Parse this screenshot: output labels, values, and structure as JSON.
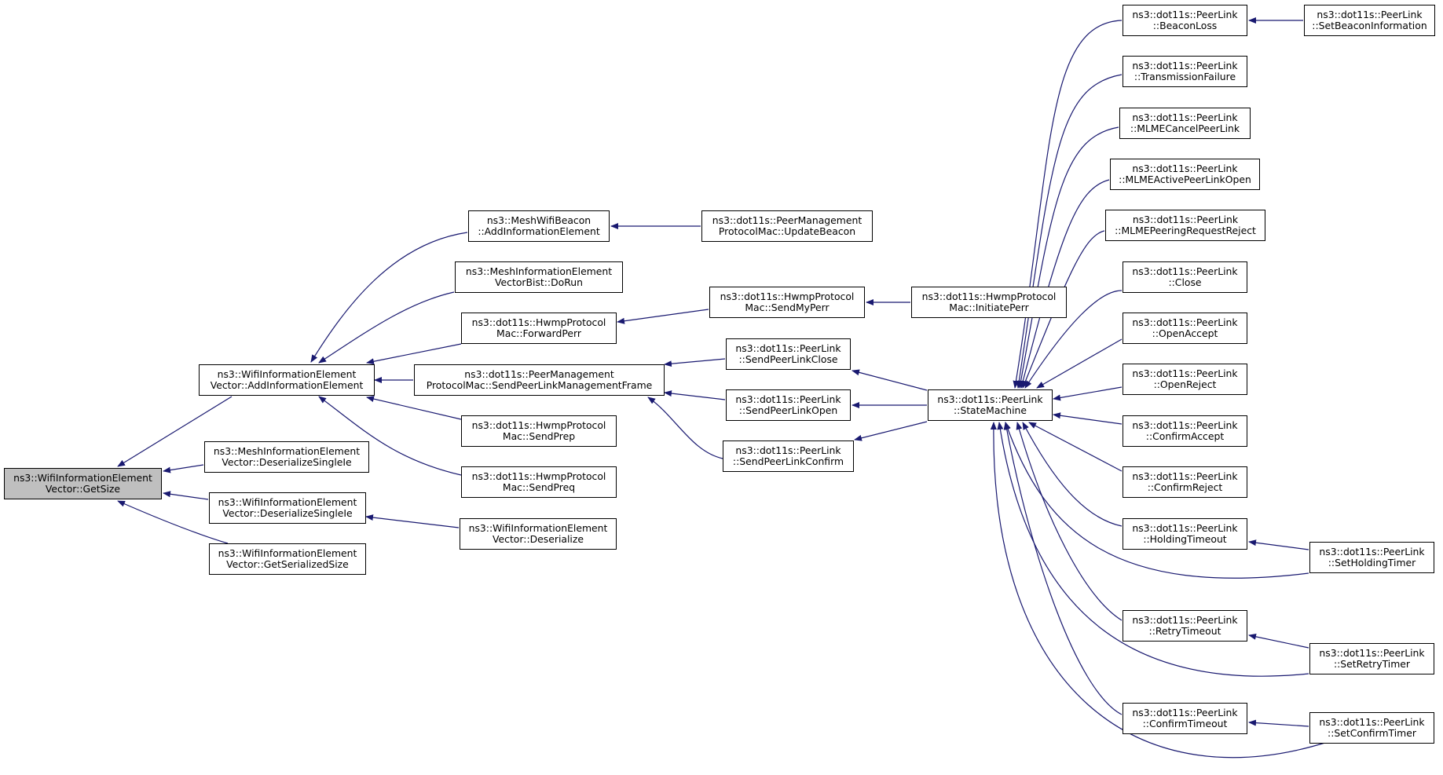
{
  "colors": {
    "edge": "#191970",
    "root_fill": "#bfbfbf",
    "node_fill": "#ffffff",
    "node_border": "#000000"
  },
  "nodes": {
    "getsize": {
      "l1": "ns3::WifiInformationElement",
      "l2": "Vector::GetSize"
    },
    "addinfo": {
      "l1": "ns3::WifiInformationElement",
      "l2": "Vector::AddInformationElement"
    },
    "mesh_deser": {
      "l1": "ns3::MeshInformationElement",
      "l2": "Vector::DeserializeSingleIe"
    },
    "wifi_deser": {
      "l1": "ns3::WifiInformationElement",
      "l2": "Vector::DeserializeSingleIe"
    },
    "getserial": {
      "l1": "ns3::WifiInformationElement",
      "l2": "Vector::GetSerializedSize"
    },
    "beacon_addinfo": {
      "l1": "ns3::MeshWifiBeacon",
      "l2": "::AddInformationElement"
    },
    "mesh_dorun": {
      "l1": "ns3::MeshInformationElement",
      "l2": "VectorBist::DoRun"
    },
    "fwdperr": {
      "l1": "ns3::dot11s::HwmpProtocol",
      "l2": "Mac::ForwardPerr"
    },
    "sendplmf": {
      "l1": "ns3::dot11s::PeerManagement",
      "l2": "ProtocolMac::SendPeerLinkManagementFrame"
    },
    "sendprep": {
      "l1": "ns3::dot11s::HwmpProtocol",
      "l2": "Mac::SendPrep"
    },
    "sendpreq": {
      "l1": "ns3::dot11s::HwmpProtocol",
      "l2": "Mac::SendPreq"
    },
    "wifi_deserialize": {
      "l1": "ns3::WifiInformationElement",
      "l2": "Vector::Deserialize"
    },
    "updbeacon": {
      "l1": "ns3::dot11s::PeerManagement",
      "l2": "ProtocolMac::UpdateBeacon"
    },
    "sendmyperr": {
      "l1": "ns3::dot11s::HwmpProtocol",
      "l2": "Mac::SendMyPerr"
    },
    "initperr": {
      "l1": "ns3::dot11s::HwmpProtocol",
      "l2": "Mac::InitiatePerr"
    },
    "splclose": {
      "l1": "ns3::dot11s::PeerLink",
      "l2": "::SendPeerLinkClose"
    },
    "splopen": {
      "l1": "ns3::dot11s::PeerLink",
      "l2": "::SendPeerLinkOpen"
    },
    "splconfirm": {
      "l1": "ns3::dot11s::PeerLink",
      "l2": "::SendPeerLinkConfirm"
    },
    "statemachine": {
      "l1": "ns3::dot11s::PeerLink",
      "l2": "::StateMachine"
    },
    "beaconloss": {
      "l1": "ns3::dot11s::PeerLink",
      "l2": "::BeaconLoss"
    },
    "txfail": {
      "l1": "ns3::dot11s::PeerLink",
      "l2": "::TransmissionFailure"
    },
    "mlmecancel": {
      "l1": "ns3::dot11s::PeerLink",
      "l2": "::MLMECancelPeerLink"
    },
    "mlmeactive": {
      "l1": "ns3::dot11s::PeerLink",
      "l2": "::MLMEActivePeerLinkOpen"
    },
    "mlmereject": {
      "l1": "ns3::dot11s::PeerLink",
      "l2": "::MLMEPeeringRequestReject"
    },
    "close": {
      "l1": "ns3::dot11s::PeerLink",
      "l2": "::Close"
    },
    "openaccept": {
      "l1": "ns3::dot11s::PeerLink",
      "l2": "::OpenAccept"
    },
    "openreject": {
      "l1": "ns3::dot11s::PeerLink",
      "l2": "::OpenReject"
    },
    "confaccept": {
      "l1": "ns3::dot11s::PeerLink",
      "l2": "::ConfirmAccept"
    },
    "confreject": {
      "l1": "ns3::dot11s::PeerLink",
      "l2": "::ConfirmReject"
    },
    "holdto": {
      "l1": "ns3::dot11s::PeerLink",
      "l2": "::HoldingTimeout"
    },
    "retryto": {
      "l1": "ns3::dot11s::PeerLink",
      "l2": "::RetryTimeout"
    },
    "confirmto": {
      "l1": "ns3::dot11s::PeerLink",
      "l2": "::ConfirmTimeout"
    },
    "setbeacon": {
      "l1": "ns3::dot11s::PeerLink",
      "l2": "::SetBeaconInformation"
    },
    "setholding": {
      "l1": "ns3::dot11s::PeerLink",
      "l2": "::SetHoldingTimer"
    },
    "setretry": {
      "l1": "ns3::dot11s::PeerLink",
      "l2": "::SetRetryTimer"
    },
    "setconfirm": {
      "l1": "ns3::dot11s::PeerLink",
      "l2": "::SetConfirmTimer"
    }
  }
}
